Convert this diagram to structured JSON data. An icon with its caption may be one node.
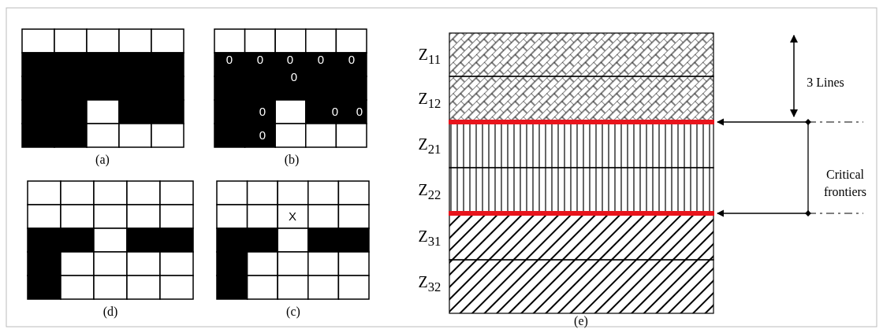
{
  "diagram": {
    "labels": [
      "0",
      "0",
      "0",
      "0",
      "0",
      "0",
      "0",
      "0",
      "0",
      "0",
      "(a)",
      "(b)",
      "X",
      "(d)",
      "(c)",
      "Z$_{11}$",
      "Z$_{12}$",
      "Z$_{21}$",
      "Z$_{22}$",
      "Z$_{31}$",
      "Z$_{32}$",
      "3 Lines",
      "Critical frontiers",
      "(e)"
    ]
  }
}
